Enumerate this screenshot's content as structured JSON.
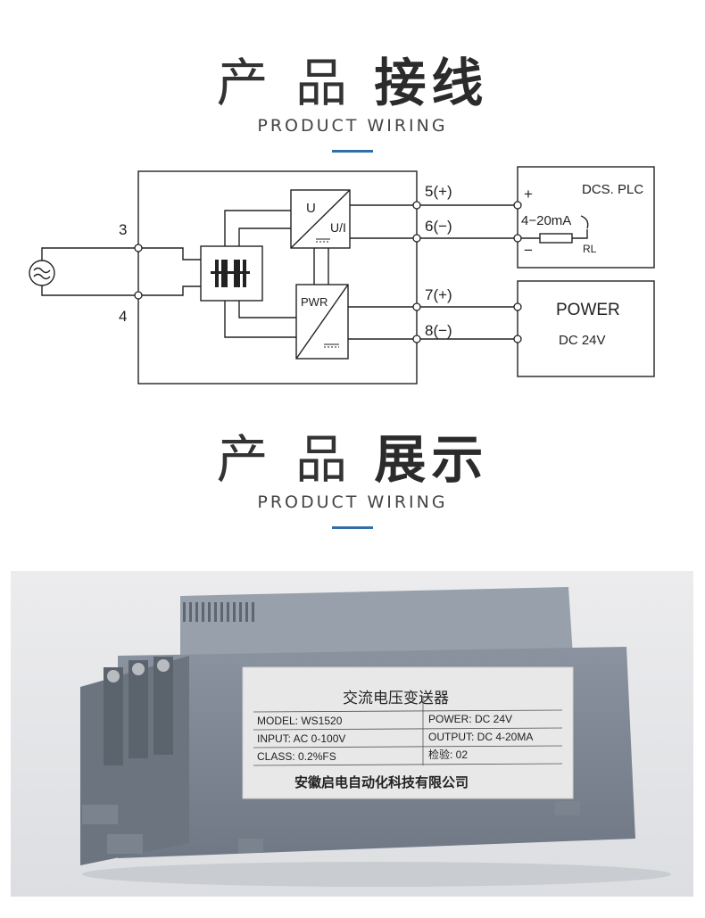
{
  "section1": {
    "title_light": "产 品",
    "title_bold": "接线",
    "subtitle": "PRODUCT WIRING"
  },
  "section2": {
    "title_light": "产 品",
    "title_bold": "展示",
    "subtitle": "PRODUCT WIRING"
  },
  "diagram": {
    "terminal_left_top": "3",
    "terminal_left_bottom": "4",
    "block_u": "U",
    "block_ui": "U/I",
    "block_pwr": "PWR",
    "terminal_5": "5(+)",
    "terminal_6": "6(−)",
    "terminal_7": "7(+)",
    "terminal_8": "8(−)",
    "plus_sign": "+",
    "minus_sign": "−",
    "dcs_label": "DCS. PLC",
    "current_label": "4−20mA",
    "rl_label": "RL",
    "power_label": "POWER",
    "dc_label": "DC 24V"
  },
  "product_label": {
    "title": "交流电压变送器",
    "model": "MODEL: WS1520",
    "power": "POWER: DC 24V",
    "input": "INPUT: AC 0-100V",
    "output": "OUTPUT: DC 4-20MA",
    "class": "CLASS: 0.2%FS",
    "inspection": "检验: 02",
    "company": "安徽启电自动化科技有限公司"
  },
  "colors": {
    "accent": "#2f6ea8",
    "housing": "#7d8794",
    "background_photo": "#e4e6e8"
  }
}
